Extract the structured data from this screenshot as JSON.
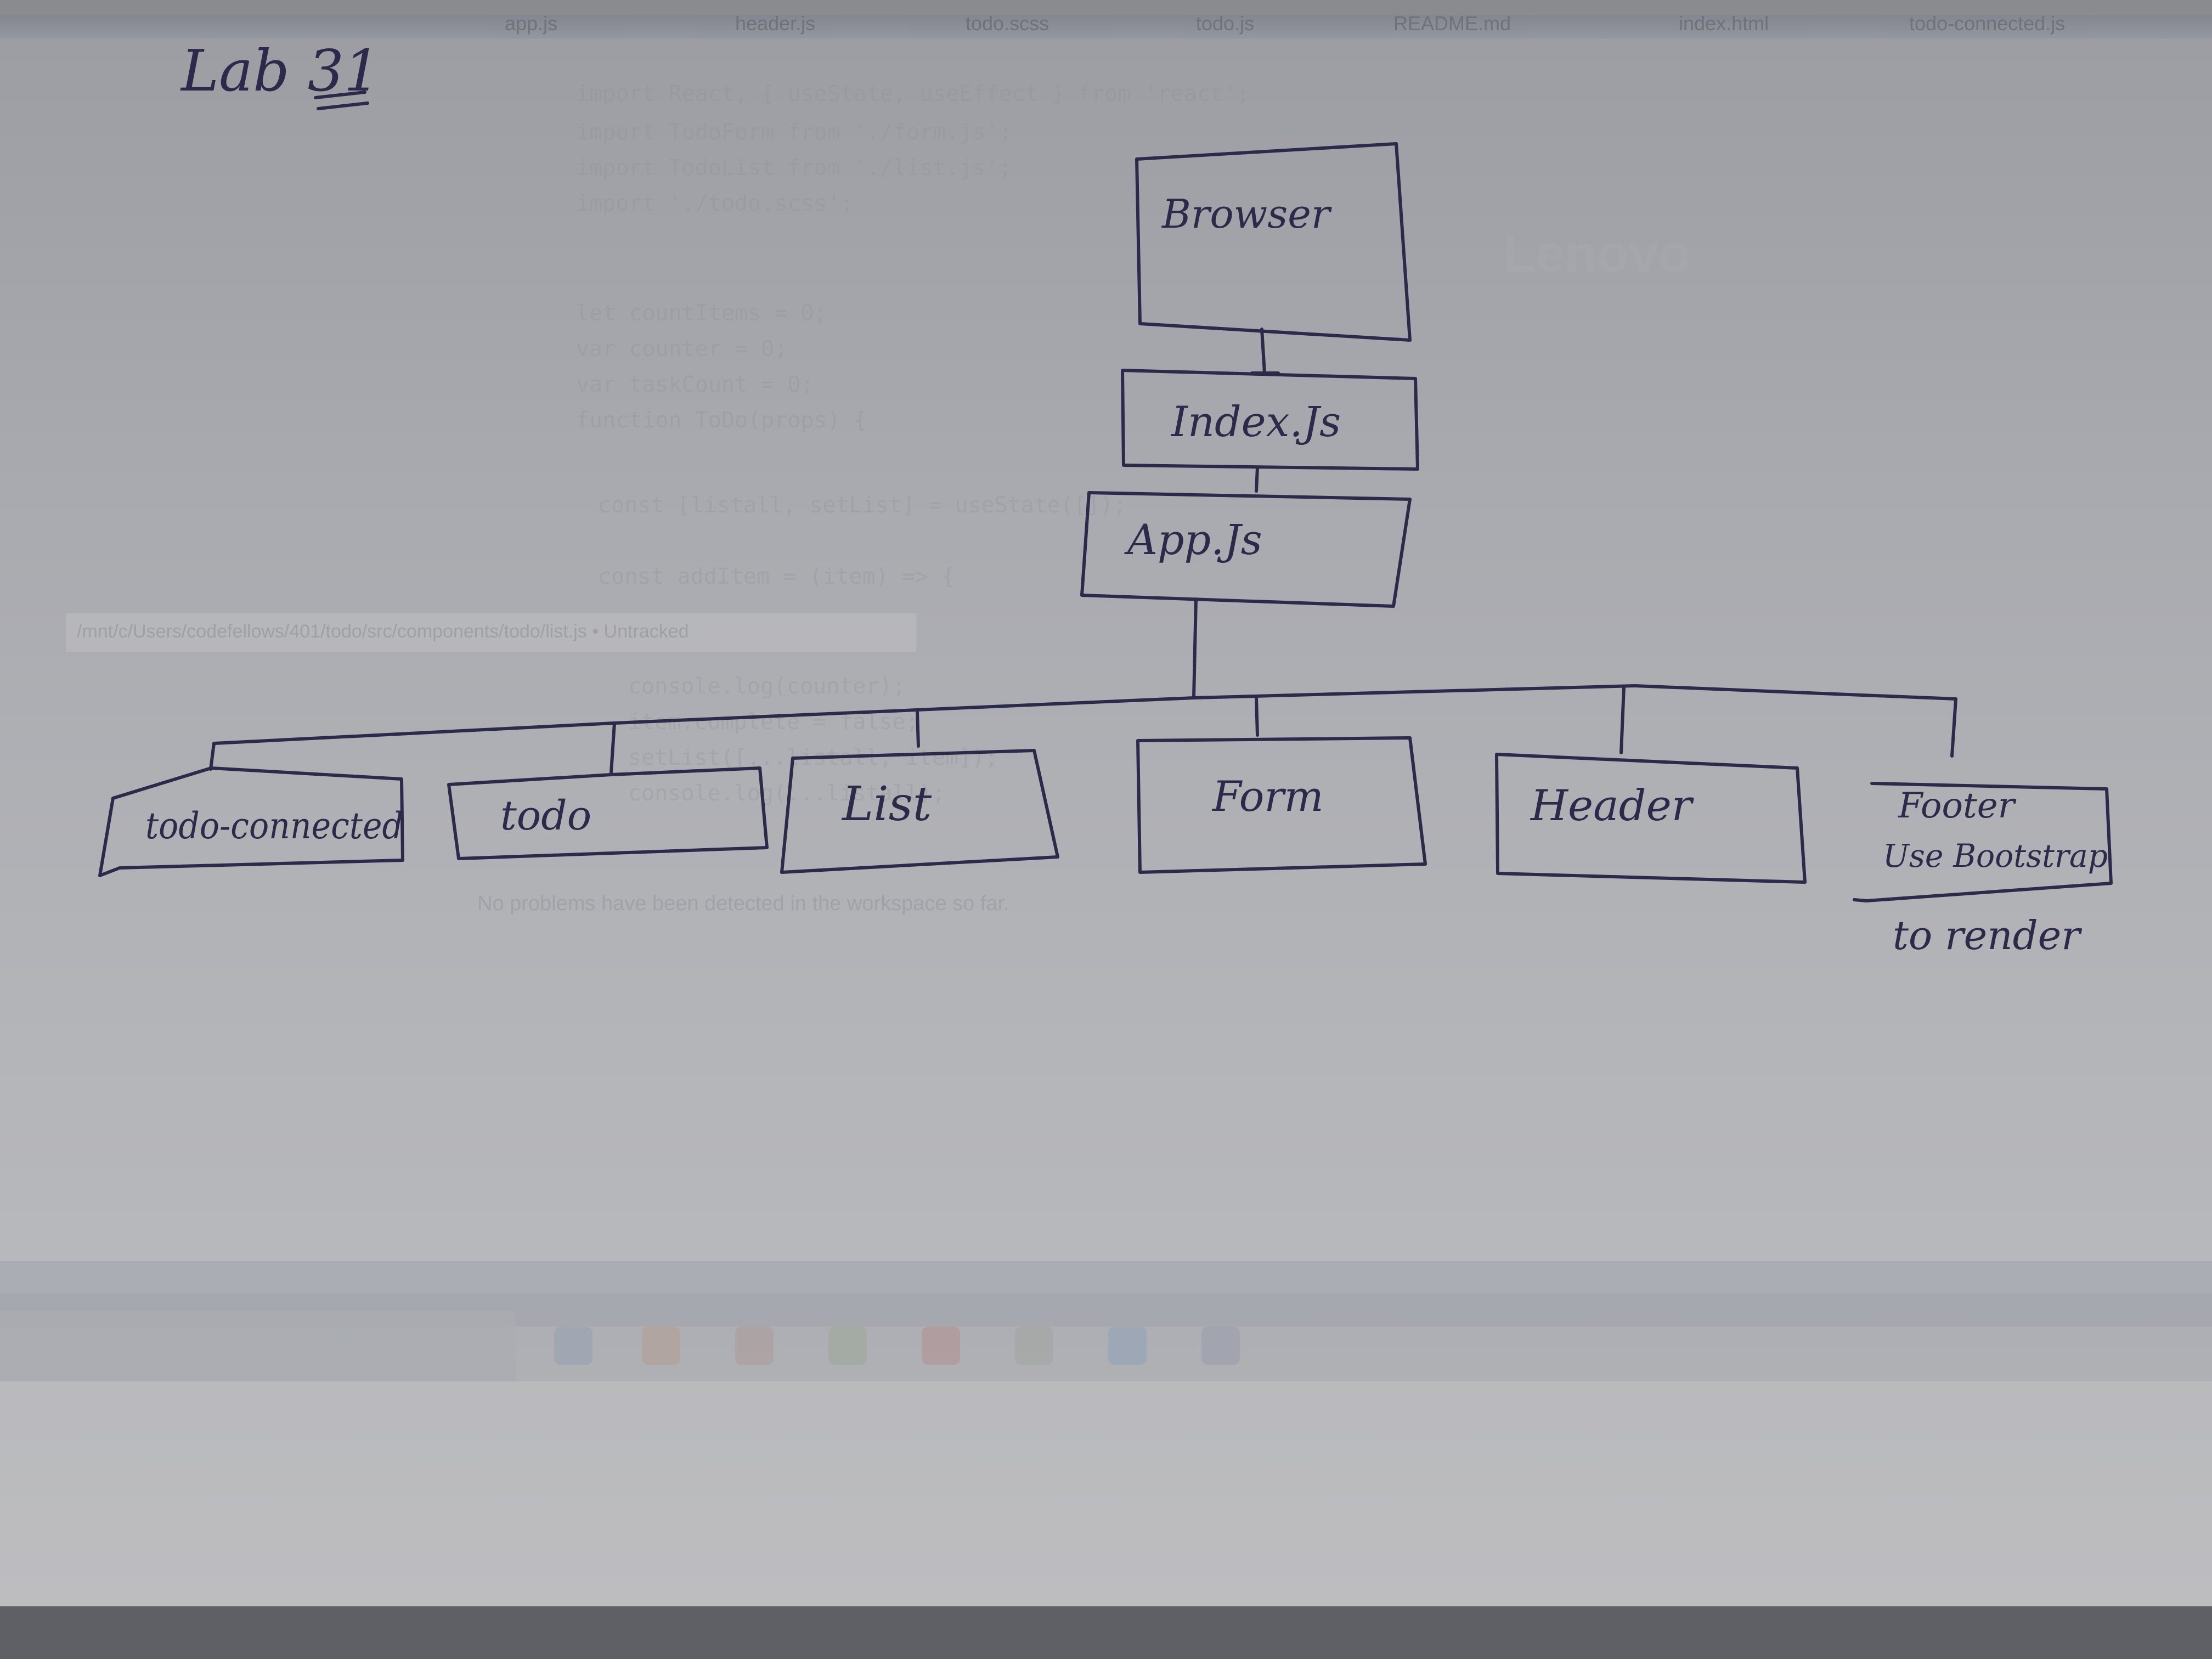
{
  "title": "Lab 31",
  "ghost": {
    "tabs": [
      "app.js",
      "header.js",
      "todo.scss",
      "todo.js",
      "README.md",
      "index.html",
      "todo-connected.js"
    ],
    "brand": "Lenovo",
    "code_lines": [
      "import React, { useState, useEffect } from 'react';",
      "import TodoForm from './form.js';",
      "import TodoList from './list.js';",
      "import './todo.scss';",
      "let countItems = 0;",
      "var counter = 0;",
      "var taskCount = 0;",
      "function ToDo(props) {",
      "const [listall, setList] = useState([]);",
      "const addItem = (item) => {",
      "console.log(counter);",
      "item.complete = false;",
      "setList([...listall, item]);",
      "console.log(...listall);"
    ],
    "path": "/mnt/c/Users/codefellows/401/todo/src/components/todo/list.js • Untracked",
    "problems": "No problems have been detected in the workspace so far."
  },
  "nodes": {
    "browser": "Browser",
    "index": "Index.Js",
    "app": "App.Js",
    "todo_connected": "todo-connected",
    "todo": "todo",
    "list": "List",
    "form": "Form",
    "header": "Header",
    "footer": "Footer",
    "footer_note1": "Use Bootstrap",
    "footer_note2": "to render"
  },
  "colors": {
    "ink": "#2b2a4a",
    "paper": "#b0b1b5"
  }
}
